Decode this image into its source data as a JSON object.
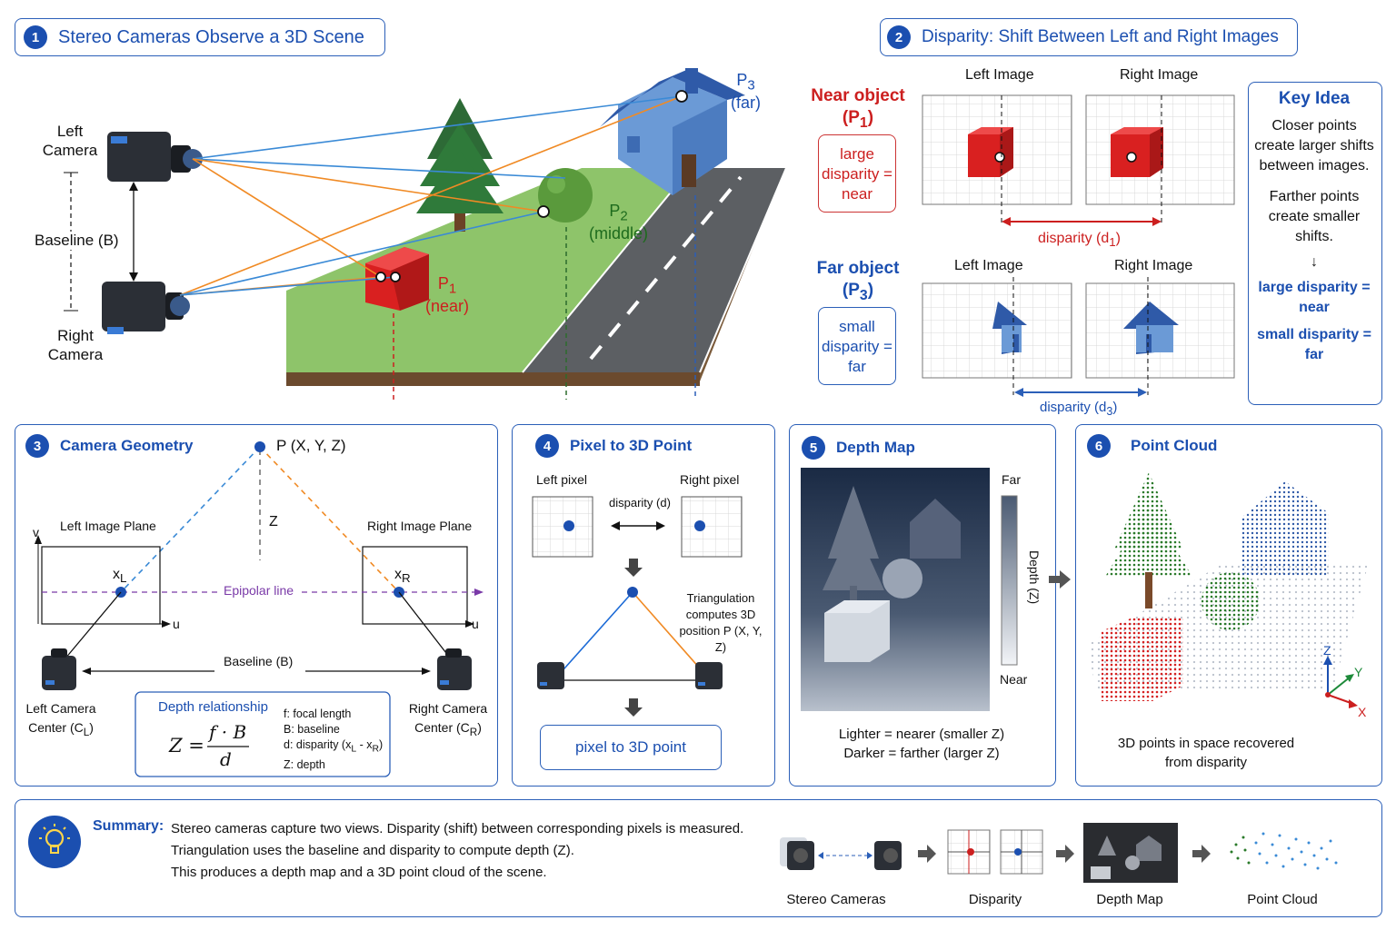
{
  "panel1": {
    "num": "1",
    "title": "Stereo Cameras Observe a 3D Scene",
    "left_camera": "Left Camera",
    "right_camera": "Right Camera",
    "baseline": "Baseline (B)",
    "p1": "P",
    "p1_sub": "1",
    "p1_note": "(near)",
    "p2": "P",
    "p2_sub": "2",
    "p2_note": "(middle)",
    "p3": "P",
    "p3_sub": "3",
    "p3_note": "(far)"
  },
  "panel2": {
    "num": "2",
    "title": "Disparity: Shift Between Left and Right Images",
    "near_object": "Near object",
    "near_p": "(P",
    "near_p_sub": "1",
    "near_p_close": ")",
    "near_box": "large disparity = near",
    "far_object": "Far object",
    "far_p": "(P",
    "far_p_sub": "3",
    "far_p_close": ")",
    "far_box": "small disparity = far",
    "left_image": "Left Image",
    "right_image": "Right Image",
    "disparity_d1": "disparity (d",
    "d1_sub": "1",
    "d_close": ")",
    "disparity_d3": "disparity (d",
    "d3_sub": "3"
  },
  "key_idea": {
    "title": "Key Idea",
    "text1": "Closer points create larger shifts between images.",
    "text2": "Farther points create smaller shifts.",
    "arrow": "↓",
    "rule1": "large disparity = near",
    "rule2": "small disparity = far"
  },
  "panel3": {
    "num": "3",
    "title": "Camera Geometry",
    "point": "P (X, Y, Z)",
    "z": "Z",
    "left_plane": "Left Image Plane",
    "right_plane": "Right Image Plane",
    "v": "v",
    "u_left": "u",
    "u_right": "u",
    "xl": "x",
    "xl_sub": "L",
    "xr": "x",
    "xr_sub": "R",
    "epipolar": "Epipolar line",
    "baseline": "Baseline (B)",
    "left_center": "Left Camera",
    "left_center2": "Center (C",
    "left_center_sub": "L",
    "right_center": "Right Camera",
    "right_center2": "Center (C",
    "right_center_sub": "R",
    "depth_rel": "Depth relationship",
    "formula_z": "Z =",
    "formula_num": "f · B",
    "formula_den": "d",
    "leg1": "f: focal length",
    "leg2": "B: baseline",
    "leg3": "d: disparity (x",
    "leg3_l": "L",
    "leg3_mid": " - x",
    "leg3_r": "R",
    "leg4": "Z: depth"
  },
  "panel4": {
    "num": "4",
    "title": "Pixel to 3D Point",
    "left_pixel": "Left pixel",
    "right_pixel": "Right pixel",
    "disparity": "disparity (d)",
    "tri": "Triangulation computes 3D position P (X, Y, Z)",
    "result": "pixel to 3D point"
  },
  "panel5": {
    "num": "5",
    "title": "Depth Map",
    "far": "Far",
    "near": "Near",
    "depth_axis": "Depth (Z)",
    "cap1": "Lighter = nearer (smaller Z)",
    "cap2": "Darker = farther (larger Z)"
  },
  "panel6": {
    "num": "6",
    "title": "Point Cloud",
    "caption": "3D points in space recovered from disparity",
    "ax_z": "Z",
    "ax_y": "Y",
    "ax_x": "X"
  },
  "summary": {
    "label": "Summary:",
    "line1": "Stereo cameras capture two views. Disparity (shift) between corresponding pixels is measured.",
    "line2": "Triangulation uses the baseline and disparity to compute depth (Z).",
    "line3": "This produces a depth map and a 3D point cloud of the scene.",
    "flow": [
      "Stereo Cameras",
      "Disparity",
      "Depth Map",
      "Point Cloud"
    ]
  },
  "colors": {
    "accent": "#1b4fb0",
    "near": "#cc1f1f",
    "middle": "#1d6b1d",
    "far": "#2b5fb8",
    "ray_orange": "#f08a24",
    "ray_blue": "#3a8ad6"
  }
}
